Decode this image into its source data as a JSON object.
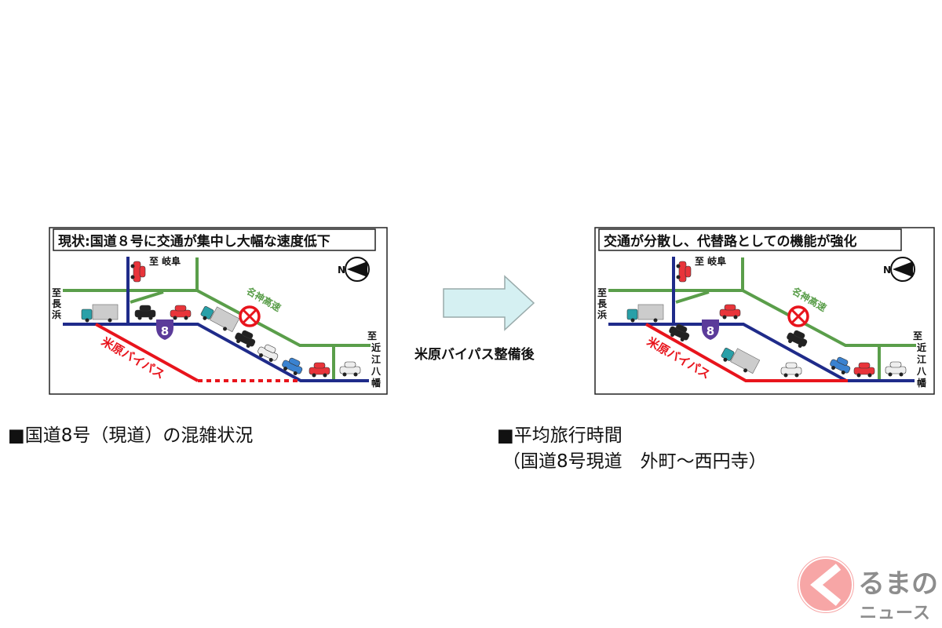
{
  "panels": [
    {
      "title": "現状:国道８号に交通が集中し大幅な速度低下",
      "to_gifu": "至 岐阜",
      "to_nagahama": [
        "至",
        "長",
        "浜"
      ],
      "to_omihachiman": [
        "至",
        "近",
        "江",
        "八",
        "幡"
      ],
      "meishin": "名神高速",
      "bypass": "米原バイパス",
      "route_number": "8",
      "north": "N"
    },
    {
      "title": "交通が分散し、代替路としての機能が強化",
      "to_gifu": "至 岐阜",
      "to_nagahama": [
        "至",
        "長",
        "浜"
      ],
      "to_omihachiman": [
        "至",
        "近",
        "江",
        "八",
        "幡"
      ],
      "meishin": "名神高速",
      "bypass": "米原バイパス",
      "route_number": "8",
      "north": "N"
    }
  ],
  "arrow_label": "米原バイパス整備後",
  "captions": {
    "left": "■国道8号（現道）の混雑状況",
    "right_line1": "■平均旅行時間",
    "right_line2": "（国道8号現道　外町～西円寺）"
  },
  "logo": {
    "text_top": "るまの",
    "text_bottom": "ニュース"
  },
  "colors": {
    "road": "#1f2b8a",
    "expressway": "#5a9e4a",
    "bypass": "#e8141c",
    "arrow": "#d5f0f2"
  }
}
